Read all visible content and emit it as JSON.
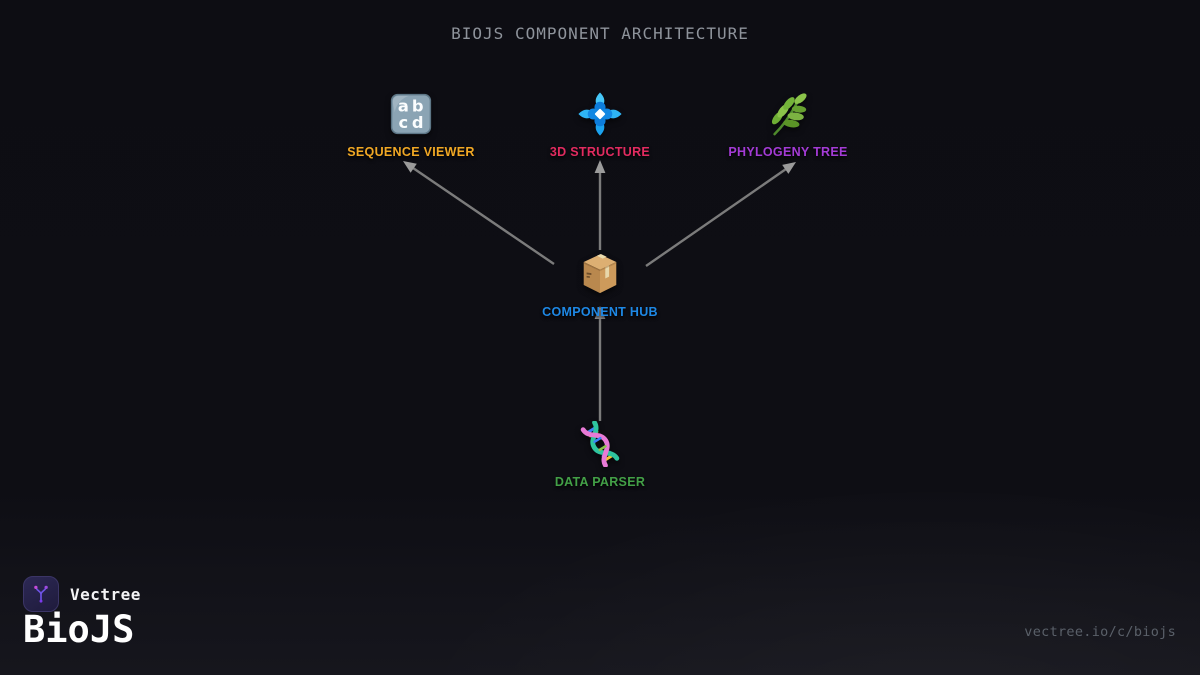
{
  "title": "BIOJS COMPONENT ARCHITECTURE",
  "diagram": {
    "nodes": [
      {
        "label": "SEQUENCE VIEWER",
        "icon": "abcd-letters-icon",
        "color": "#F1A824"
      },
      {
        "label": "3D STRUCTURE",
        "icon": "diamond-with-dot-icon",
        "color": "#E22B60"
      },
      {
        "label": "PHYLOGENY TREE",
        "icon": "herb-leaf-icon",
        "color": "#A43BD6"
      },
      {
        "label": "COMPONENT HUB",
        "icon": "package-box-icon",
        "color": "#1E88E5"
      },
      {
        "label": "DATA PARSER",
        "icon": "dna-helix-icon",
        "color": "#43A047"
      }
    ],
    "edges": [
      {
        "from": "COMPONENT HUB",
        "to": "SEQUENCE VIEWER"
      },
      {
        "from": "COMPONENT HUB",
        "to": "3D STRUCTURE"
      },
      {
        "from": "COMPONENT HUB",
        "to": "PHYLOGENY TREE"
      },
      {
        "from": "DATA PARSER",
        "to": "COMPONENT HUB"
      }
    ],
    "edge_line_color": "#7b7b7b",
    "edge_arrow_color": "#9b9b9b"
  },
  "footer": {
    "brand": "Vectree",
    "project": "BioJS",
    "url": "vectree.io/c/biojs",
    "logo_icon": "vectree-branch-icon"
  },
  "colors": {
    "background": "#0d0d13",
    "title": "#8e939b",
    "url": "#5a6069"
  }
}
